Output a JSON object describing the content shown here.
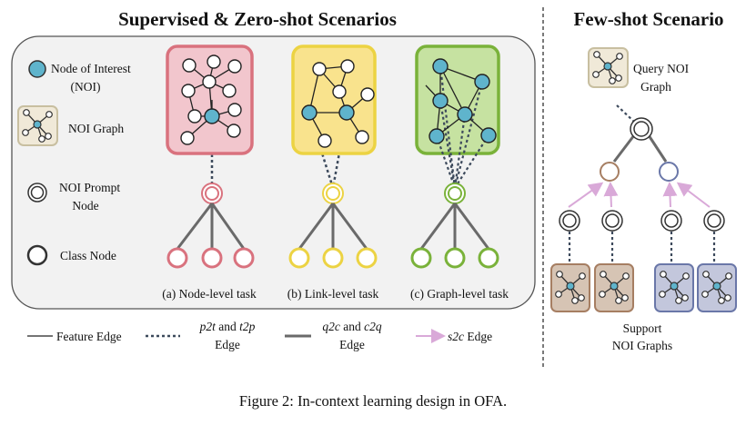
{
  "titles": {
    "left": "Supervised & Zero-shot Scenarios",
    "right": "Few-shot Scenario"
  },
  "legend": {
    "noi_1": "Node of Interest",
    "noi_2": "(NOI)",
    "noi_graph": "NOI Graph",
    "prompt_1": "NOI Prompt",
    "prompt_2": "Node",
    "class_node": "Class Node"
  },
  "tasks": {
    "node": "(a) Node-level task",
    "link": "(b) Link-level task",
    "graph": "(c) Graph-level task"
  },
  "edges": {
    "feature": "Feature Edge",
    "p2t_a": "p2t",
    "p2t_mid": " and ",
    "p2t_b": "t2p",
    "p2t_2": "Edge",
    "q2c_a": "q2c",
    "q2c_mid": " and ",
    "q2c_b": "c2q",
    "q2c_2": "Edge",
    "s2c": "s2c",
    "s2c_2": " Edge"
  },
  "fewshot": {
    "query_1": "Query NOI",
    "query_2": "Graph",
    "support_1": "Support",
    "support_2": "NOI Graphs"
  },
  "caption": "Figure 2: In-context learning design in OFA.",
  "colors": {
    "node_task": "#d9727e",
    "link_task": "#ecd343",
    "graph_task": "#7ab23a",
    "noi": "#5fb4cc",
    "support_a": "#a67e62",
    "support_b": "#6a77a8",
    "s2c": "#d9a9d8"
  }
}
